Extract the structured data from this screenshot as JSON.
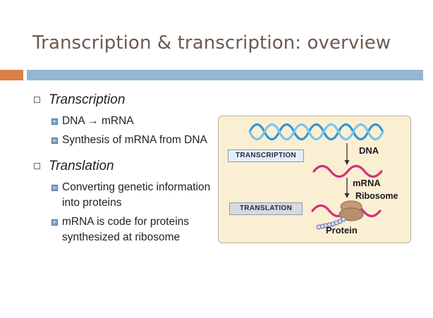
{
  "slide": {
    "title": "Transcription & transcription: overview",
    "bullets": [
      {
        "heading": "Transcription",
        "sub": [
          "DNA → mRNA",
          "Synthesis of mRNA from DNA"
        ]
      },
      {
        "heading": "Translation",
        "sub": [
          "Converting genetic information into proteins",
          "mRNA is code for proteins synthesized at ribosome"
        ]
      }
    ]
  },
  "figure": {
    "tag_transcription": "TRANSCRIPTION",
    "tag_translation": "TRANSLATION",
    "label_dna": "DNA",
    "label_mrna": "mRNA",
    "label_ribosome": "Ribosome",
    "label_protein": "Protein"
  },
  "colors": {
    "title": "#6b5a50",
    "accent_orange": "#dd8047",
    "accent_blue": "#94b6d2",
    "dna_strand": "#2f97d6",
    "mrna_strand": "#d6307a",
    "ribosome": "#b88f6c",
    "figure_bg": "#fbefd3"
  }
}
